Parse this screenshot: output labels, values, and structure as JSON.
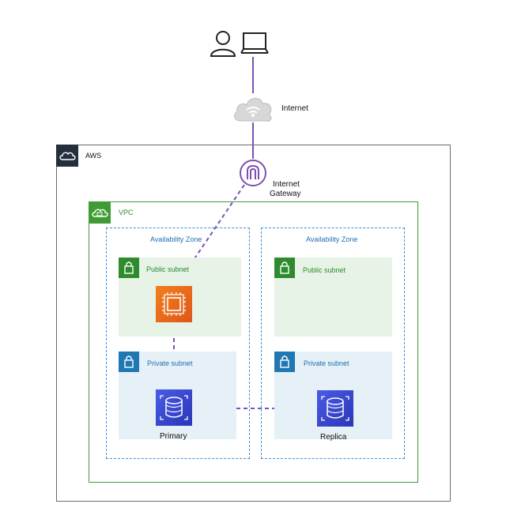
{
  "labels": {
    "internet": "Internet",
    "internet_gateway_line1": "Internet",
    "internet_gateway_line2": "Gateway",
    "aws": "AWS",
    "vpc": "VPC",
    "az_left": "Availability Zone",
    "az_right": "Availability Zone",
    "public_subnet_left": "Public subnet",
    "public_subnet_right": "Public subnet",
    "private_subnet_left": "Private subnet",
    "private_subnet_right": "Private subnet",
    "primary": "Primary",
    "replica": "Replica"
  },
  "icons": [
    "user-icon",
    "laptop-icon",
    "cloud-icon",
    "internet-gateway-icon",
    "aws-cloud-icon",
    "vpc-cloud-icon",
    "lock-icon",
    "ec2-instance-icon",
    "rds-database-icon"
  ],
  "colors": {
    "connector": "#7b4fb4",
    "aws_border": "#6b6b6b",
    "vpc_green": "#3f9c35",
    "az_blue": "#3a8fd6",
    "public_subnet_bg": "#e7f3e6",
    "private_subnet_bg": "#e6f0f7",
    "ec2_orange": "#e8681a",
    "rds_blue": "#3b48cc"
  }
}
